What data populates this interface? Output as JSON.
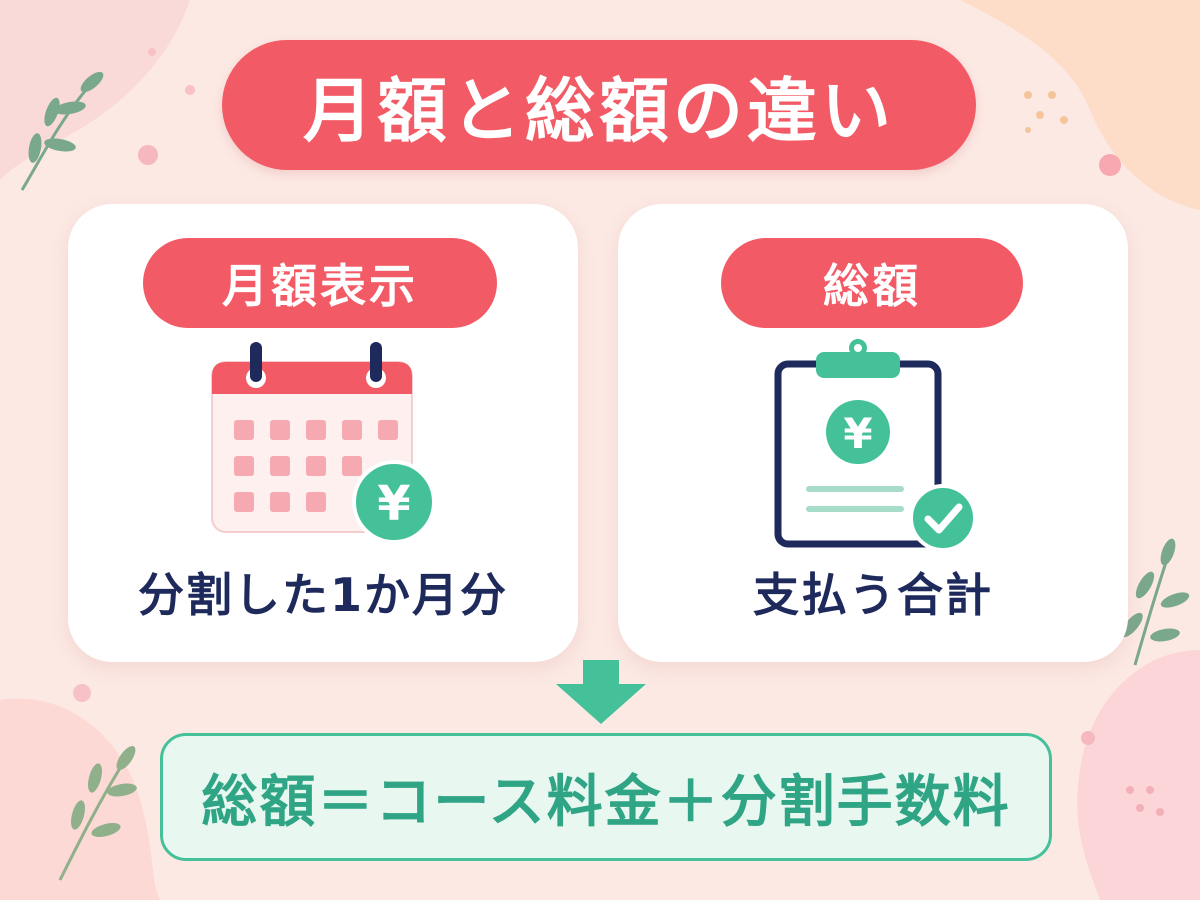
{
  "title": "月額と総額の違い",
  "cards": [
    {
      "label": "月額表示",
      "caption": "分割した1か月分",
      "icon": "calendar-yen-icon"
    },
    {
      "label": "総額",
      "caption": "支払う合計",
      "icon": "clipboard-yen-check-icon"
    }
  ],
  "formula": "総額＝コース料金＋分割手数料",
  "yen_symbol": "¥",
  "colors": {
    "background": "#fce9e4",
    "accent_red": "#f25b66",
    "accent_green": "#45c19a",
    "navy": "#1f2a5c",
    "formula_bg": "#e9f7f1"
  }
}
